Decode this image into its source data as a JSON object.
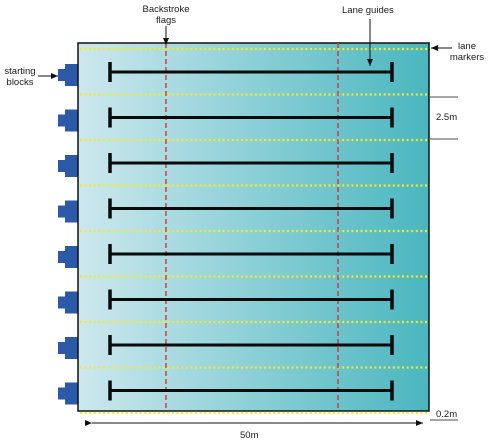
{
  "title": "",
  "labels": {
    "backstroke_flags": [
      "Backstroke",
      "flags"
    ],
    "lane_guides": "Lane guides",
    "lane_markers": [
      "lane",
      "markers"
    ],
    "starting_blocks": [
      "starting",
      "blocks"
    ],
    "lane_width": "2.5m",
    "edge_gap": "0.2m",
    "pool_length": "50m"
  },
  "colors": {
    "water_light": "#cde8ee",
    "water_dark": "#4ab6bf",
    "lane_marker": "#f2ea2a",
    "flag_line": "#d42a2a",
    "lane_guide": "#0a0a0a",
    "starting_block": "#2c5aa8",
    "outline": "#111111"
  },
  "pool": {
    "lanes": 8,
    "starting_blocks": 8,
    "lane_guides": 8
  }
}
